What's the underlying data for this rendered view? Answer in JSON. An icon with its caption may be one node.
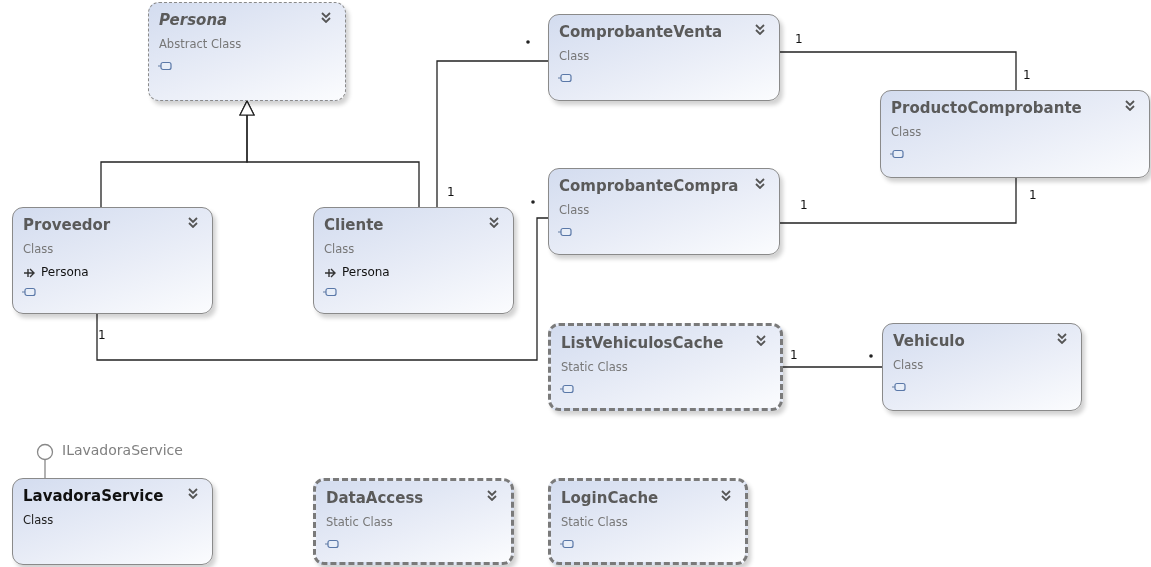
{
  "diagram": {
    "nodes": [
      {
        "text": [
          "Persona",
          "Abstract Class"
        ]
      },
      {
        "text": [
          "ComprobanteVenta",
          "Class"
        ]
      },
      {
        "text": [
          "ProductoComprobante",
          "Class"
        ]
      },
      {
        "text": [
          "Proveedor",
          "Class",
          "Persona"
        ]
      },
      {
        "text": [
          "Cliente",
          "Class",
          "Persona"
        ]
      },
      {
        "text": [
          "ComprobanteCompra",
          "Class"
        ]
      },
      {
        "text": [
          "ListVehiculosCache",
          "Static Class"
        ]
      },
      {
        "text": [
          "Vehiculo",
          "Class"
        ]
      },
      {
        "text": [
          "ILavadoraService"
        ]
      },
      {
        "text": [
          "LavadoraService",
          "Class"
        ]
      },
      {
        "text": [
          "DataAccess",
          "Static Class"
        ]
      },
      {
        "text": [
          "LoginCache",
          "Static Class"
        ]
      }
    ],
    "edges": [
      {
        "from": 3,
        "to": 0,
        "arrow": "to"
      },
      {
        "from": 4,
        "to": 0,
        "arrow": "to"
      },
      {
        "from": 4,
        "to": 1,
        "arrow": "none"
      },
      {
        "from": 1,
        "to": 2,
        "arrow": "none"
      },
      {
        "from": 5,
        "to": 2,
        "arrow": "none"
      },
      {
        "from": 3,
        "to": 5,
        "arrow": "none"
      },
      {
        "from": 6,
        "to": 7,
        "arrow": "none"
      },
      {
        "from": 9,
        "to": 8,
        "arrow": "other",
        "color": "#888888"
      }
    ],
    "labels": [
      "1",
      "1",
      "1",
      "1",
      "1",
      "1",
      "1"
    ]
  }
}
